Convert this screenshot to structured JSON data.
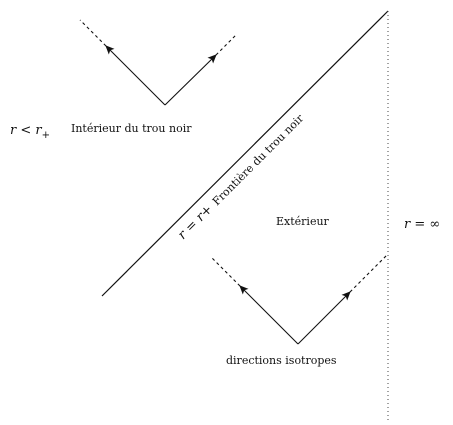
{
  "labels": {
    "interior_math": "r < r",
    "interior_math_sub": "+",
    "interior_text": "Intérieur du trou noir",
    "horizon_math": "r = r+",
    "horizon_text": "Frontière du trou noir",
    "exterior": "Extérieur",
    "infinity": "r = ∞",
    "light_cone_caption": "directions isotropes"
  }
}
